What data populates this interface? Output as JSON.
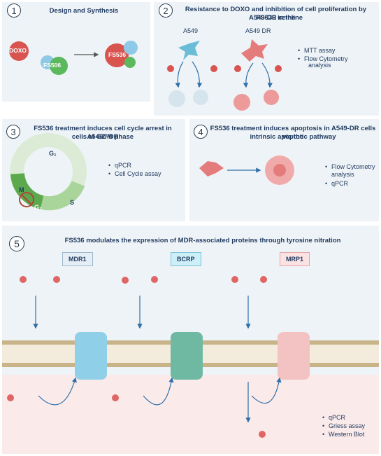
{
  "panel1": {
    "num": "1",
    "title": "Design and Synthesis",
    "doxo": "DOXO",
    "fs506": "FS506",
    "fs536": "FS536"
  },
  "panel2": {
    "num": "2",
    "title_line1": "Resistance to DOXO and inhibition of cell proliferation by FS536 in the",
    "title_line2": "A549-DR cell line",
    "a549": "A549",
    "a549dr": "A549 DR",
    "methods": [
      "MTT assay",
      "Flow Cytometry",
      "analysis"
    ]
  },
  "panel3": {
    "num": "3",
    "title_line1": "FS536 treatment induces cell cycle arrest in A5490-DR",
    "title_line2": "cells at G2/M phase",
    "g1": "G₁",
    "s": "S",
    "g2": "G₂",
    "m": "M",
    "methods": [
      "qPCR",
      "Cell Cycle assay"
    ]
  },
  "panel4": {
    "num": "4",
    "title_line1": "FS536 treatment induces apoptosis in A549-DR cells via the",
    "title_line2": "intrinsic apoptotic pathway",
    "methods": [
      "Flow Cytometry",
      "analysis",
      "qPCR"
    ]
  },
  "panel5": {
    "num": "5",
    "title": "FS536 modulates the expression of MDR-associated proteins through tyrosine nitration",
    "mdr1": "MDR1",
    "bcrp": "BCRP",
    "mrp1": "MRP1",
    "methods": [
      "qPCR",
      "Griess assay",
      "Western Blot"
    ]
  },
  "colors": {
    "panel_bg": "#eef3f7",
    "doxo_red": "#d9534f",
    "fs506_green": "#5cb85c",
    "fs506_blue": "#8ec9e8",
    "mdr1_blue": "#8fd0e8",
    "bcrp_teal": "#6fb9a3",
    "mrp1_pink": "#f3c2c2",
    "membrane": "#c9b48a",
    "cytoplasm": "#fbeaea"
  }
}
